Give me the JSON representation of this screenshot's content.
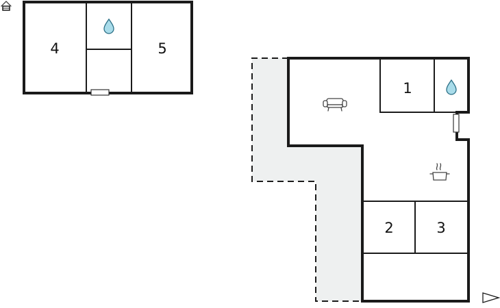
{
  "floor_plan": {
    "upper_floor": {
      "rooms": [
        {
          "id": "room-4",
          "label": "4"
        },
        {
          "id": "room-5",
          "label": "5"
        }
      ],
      "fixtures": [
        "bathroom-water-drop-icon"
      ]
    },
    "ground_floor": {
      "rooms": [
        {
          "id": "room-1",
          "label": "1"
        },
        {
          "id": "room-2",
          "label": "2"
        },
        {
          "id": "room-3",
          "label": "3"
        }
      ],
      "fixtures": [
        "bathroom-water-drop-icon",
        "sofa-icon",
        "cooking-pot-icon"
      ]
    },
    "icons": {
      "stairs": "house-stairs-icon",
      "compass": "north-arrow-icon"
    },
    "colors": {
      "wall": "#1a1a1a",
      "terrace": "#eef0f0",
      "water": "#a9dcea",
      "water_outline": "#2b6f86"
    }
  }
}
